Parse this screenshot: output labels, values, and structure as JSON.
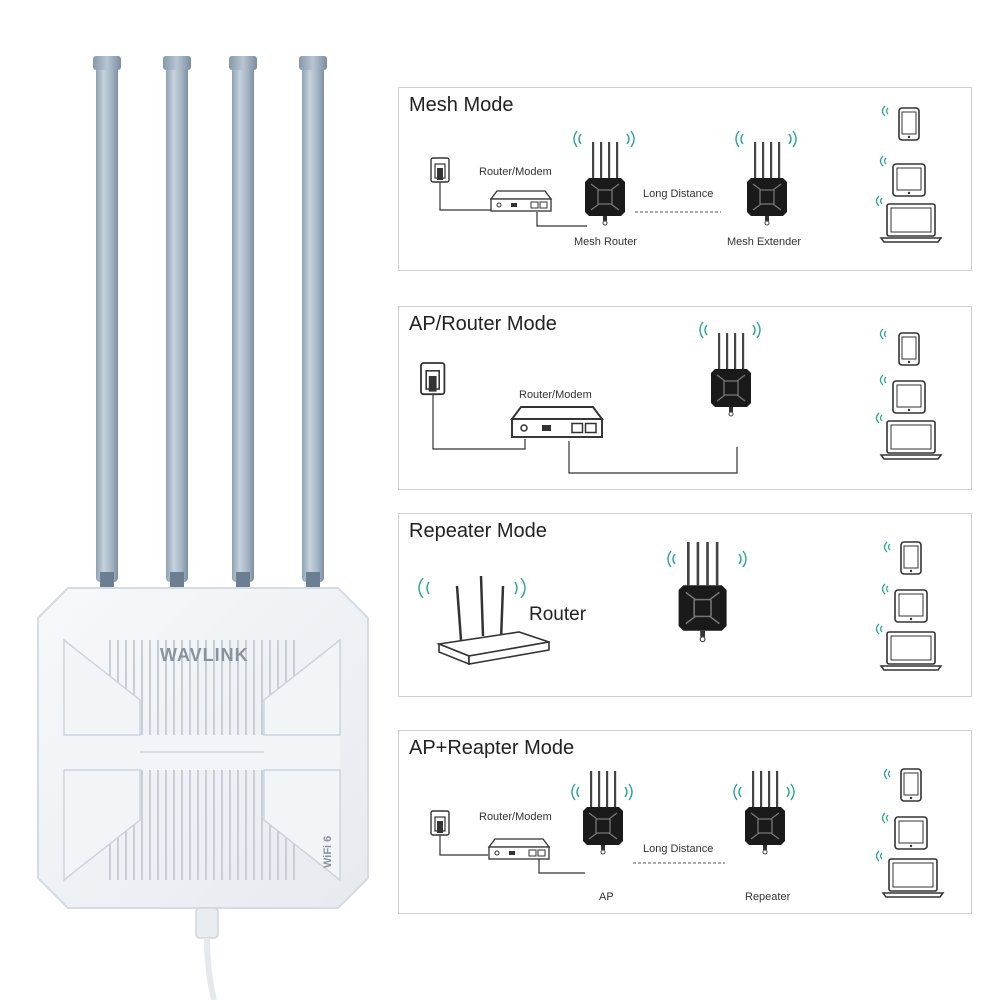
{
  "brand": "WAVLINK",
  "wifi_badge": "WiFi 6",
  "modes": [
    {
      "title": "Mesh Mode",
      "labels": {
        "modem": "Router/Modem",
        "distance": "Long Distance",
        "device_a": "Mesh Router",
        "device_b": "Mesh Extender"
      }
    },
    {
      "title": "AP/Router Mode",
      "labels": {
        "modem": "Router/Modem"
      }
    },
    {
      "title": "Repeater Mode",
      "labels": {
        "router": "Router"
      }
    },
    {
      "title": "AP+Reapter Mode",
      "labels": {
        "modem": "Router/Modem",
        "distance": "Long Distance",
        "device_a": "AP",
        "device_b": "Repeater"
      }
    }
  ],
  "icons": [
    "wall-outlet-icon",
    "modem-icon",
    "outdoor-router-icon",
    "wifi-signal-icon",
    "phone-icon",
    "tablet-icon",
    "laptop-icon",
    "home-router-icon"
  ]
}
